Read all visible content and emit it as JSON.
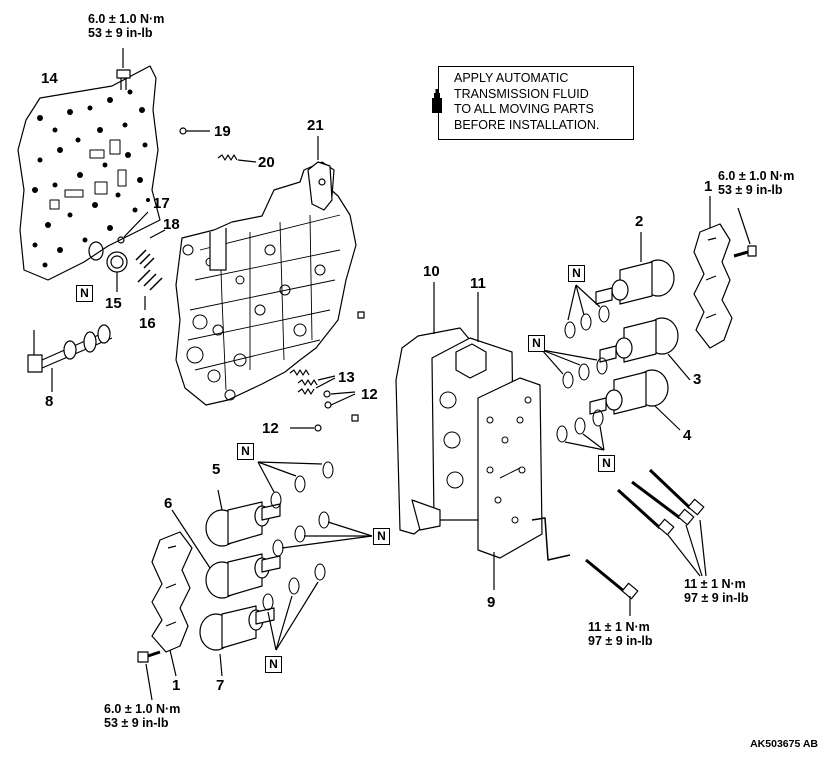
{
  "note": {
    "lines": [
      "APPLY AUTOMATIC",
      "TRANSMISSION FLUID",
      "TO ALL MOVING PARTS",
      "BEFORE INSTALLATION."
    ],
    "icon": "oil-can-icon"
  },
  "figure_id": "AK503675 AB",
  "callouts": {
    "c1a": "1",
    "c1b": "1",
    "c2": "2",
    "c3": "3",
    "c4": "4",
    "c5": "5",
    "c6": "6",
    "c7": "7",
    "c8": "8",
    "c9": "9",
    "c10": "10",
    "c11": "11",
    "c12a": "12",
    "c12b": "12",
    "c13": "13",
    "c14": "14",
    "c15": "15",
    "c16": "16",
    "c17": "17",
    "c18": "18",
    "c19": "19",
    "c20": "20",
    "c21": "21"
  },
  "replace_mark": "N",
  "torque": {
    "t_top": [
      "6.0 ± 1.0 N·m",
      "53 ± 9 in-lb"
    ],
    "t_right": [
      "6.0 ± 1.0 N·m",
      "53 ± 9 in-lb"
    ],
    "t_bottom": [
      "6.0 ± 1.0 N·m",
      "53 ± 9 in-lb"
    ],
    "t_bolts_long": [
      "11 ± 1 N·m",
      "97 ± 9 in-lb"
    ],
    "t_bolt_short": [
      "11 ± 1 N·m",
      "97 ± 9 in-lb"
    ]
  },
  "colors": {
    "line": "#000000",
    "fill": "#ffffff",
    "shade": "#d8d8d8"
  }
}
